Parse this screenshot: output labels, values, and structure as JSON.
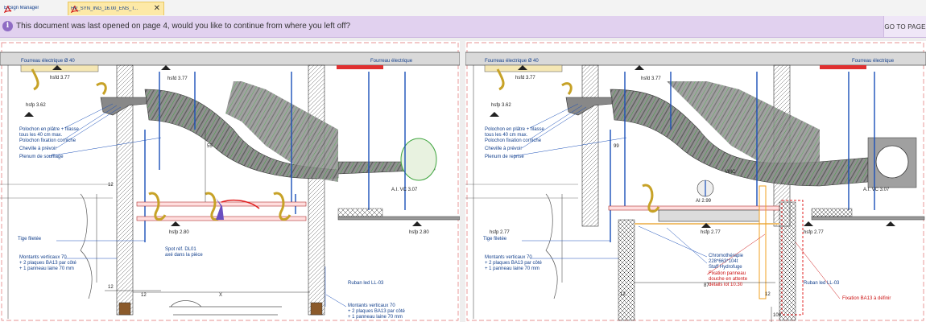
{
  "tabs": [
    {
      "label": "E-Sign Manager",
      "active": false
    },
    {
      "label": "HP_SYN_ING_16.00_ENS_T...",
      "active": true
    }
  ],
  "banner": {
    "message": "This document was last opened on page 4, would you like to continue from where you left off?",
    "button": "GO TO PAGE"
  },
  "left_page": {
    "fourreau_40": "Fourreau électrique Ø 40",
    "fourreau": "Fourreau électrique",
    "hsfd_377": "hsfd 3.77",
    "hsfd_377b": "hsfd 3.77",
    "hsfp_362": "hsfp 3.62",
    "polochon_1": "Polochon en plâtre + filasse",
    "polochon_1b": "tous les 40 cm max.",
    "polochon_2": "Polochon fixation corniche",
    "cheville": "Cheville à prévoir",
    "plenum": "Plenum de soufflage",
    "dim_55": "55",
    "dim_12a": "12",
    "dim_12b": "12",
    "dim_12c": "12",
    "dim_x": "X",
    "avc": "A.I. VC 3.07",
    "hsfp_280": "hsfp 2.80",
    "hsfp_280b": "hsfp 2.80",
    "tige": "Tige filetée",
    "spot_1": "Spot réf. DL01",
    "spot_2": "axé dans la pièce",
    "montants_1": "Montants verticaux 70",
    "montants_2": "+ 2 plaques BA13 par côté",
    "montants_3": "+ 1 panneau laine 70 mm",
    "ruban": "Ruban led LL-03",
    "montants_b1": "Montants verticaux 70",
    "montants_b2": "+ 2 plaques BA13 par côté",
    "montants_b3": "+ 1 panneau laine 70 mm"
  },
  "right_page": {
    "fourreau_40": "Fourreau électrique Ø 40",
    "fourreau": "Fourreau électrique",
    "hsfd_377": "hsfd 3.77",
    "hsfd_377b": "hsfd 3.77",
    "hsfp_362": "hsfp 3.62",
    "polochon_1": "Polochon en plâtre + filasse",
    "polochon_1b": "tous les 40 cm max.",
    "polochon_2": "Polochon fixation corniche",
    "cheville": "Cheville à prévoir",
    "plenum": "Plenum de reprise",
    "dim_99": "99",
    "vmc": "VMC",
    "ai_299": "AI 2.99",
    "avc": "A.I. VC 3.07",
    "hsfp_277": "hsfp 2.77",
    "hsfp_277b": "hsfp 2.77",
    "hsfp_277c": "hsfp 2.77",
    "tige": "Tige filetée",
    "montants_1": "Montants verticaux 70",
    "montants_2": "+ 2 plaques BA13 par côté",
    "montants_3": "+ 1 panneau laine 70 mm",
    "chromo_1": "Chromothérapie",
    "chromo_2": "228*663*104t",
    "staff": "Staff Hydrofuge",
    "fixation_1": "Fixation panneau",
    "fixation_2": "douche en attente",
    "fixation_3": "détails lot 10.30",
    "ruban": "Ruban led LL-03",
    "fixation_ba13": "Fixation BA13 à définir",
    "dim_87": "87",
    "dim_12a": "12",
    "dim_12b": "12",
    "dim_109": "109"
  }
}
